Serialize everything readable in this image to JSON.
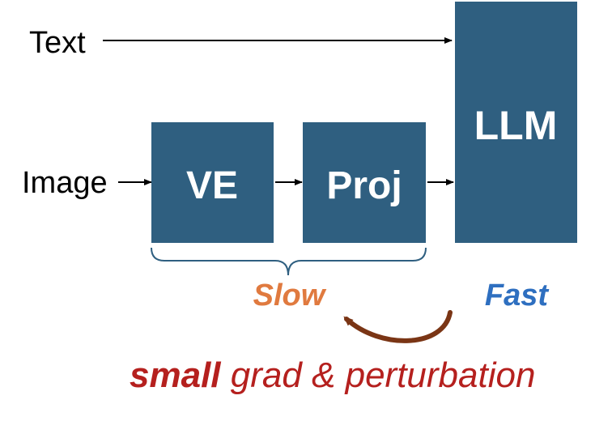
{
  "inputs": {
    "text_label": "Text",
    "image_label": "Image"
  },
  "boxes": {
    "ve_label": "VE",
    "proj_label": "Proj",
    "llm_label": "LLM"
  },
  "speeds": {
    "slow_label": "Slow",
    "fast_label": "Fast"
  },
  "caption": {
    "emphasis": "small",
    "rest": " grad & perturbation"
  },
  "colors": {
    "box_fill": "#2f5f80",
    "slow": "#e07a3f",
    "fast": "#2e6fc0",
    "caption": "#b5201e",
    "curve_arrow": "#7a3515",
    "brace": "#2f5f80",
    "arrow": "#000000"
  }
}
